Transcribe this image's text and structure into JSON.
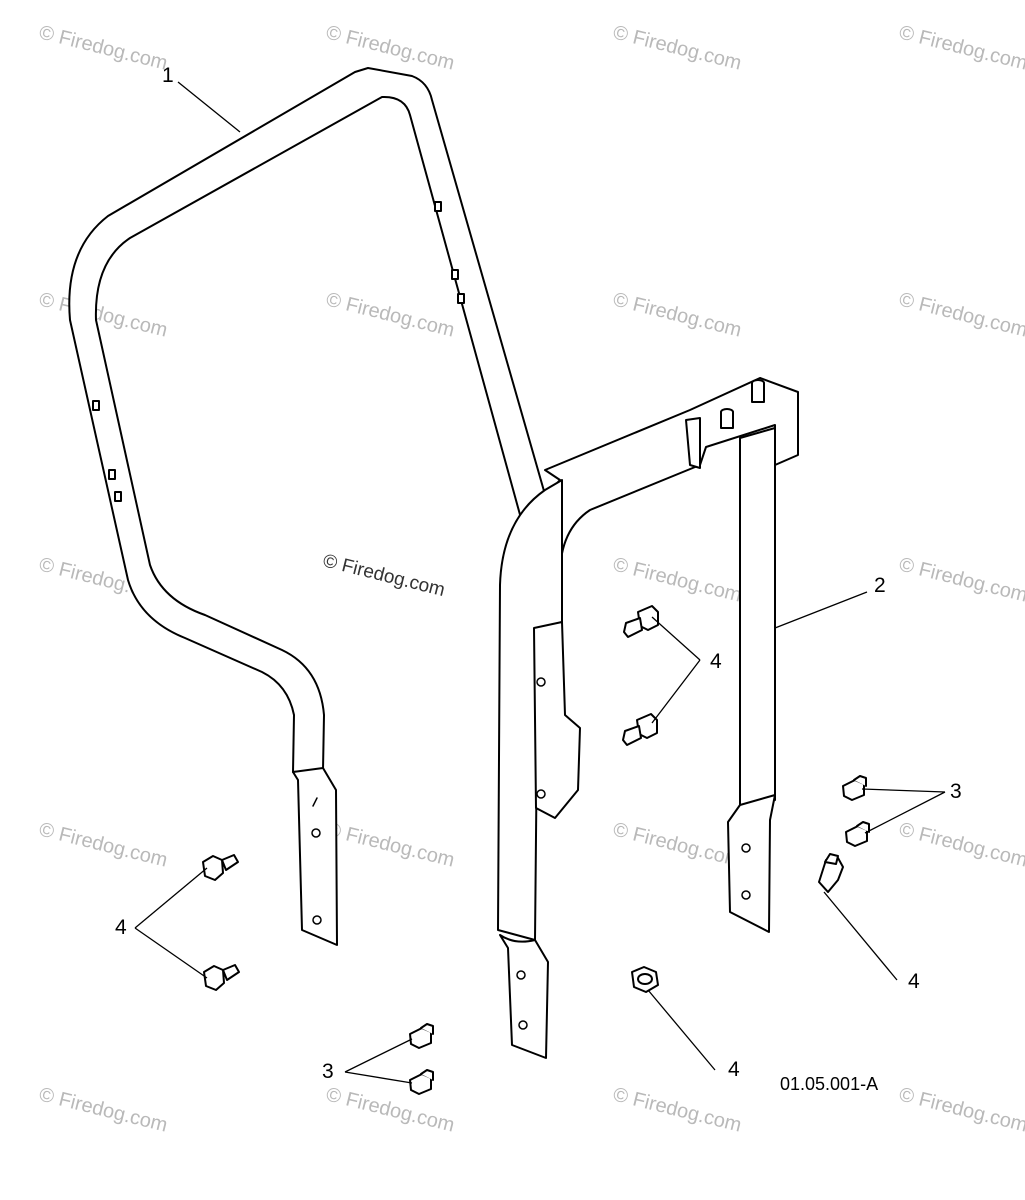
{
  "diagram": {
    "figure_code": "01.05.001-A",
    "watermark_text": "© Firedog.com",
    "callouts": {
      "tube_left": "1",
      "tube_right": "2",
      "bolts_mid_right": "3",
      "bolts_bottom_left": "3",
      "pins_center": "4",
      "pins_left": "4",
      "pin_right": "4",
      "nut_bottom": "4"
    },
    "colors": {
      "line": "#000000",
      "background": "#ffffff",
      "watermark": "#b9b9b9"
    }
  }
}
